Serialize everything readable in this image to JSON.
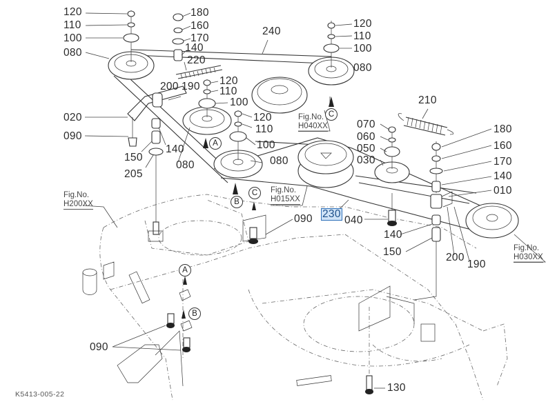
{
  "diagram": {
    "title": "Mower deck belt and pulley assembly exploded view",
    "document_code": "K5413-005-22",
    "part_labels": [
      {
        "id": "p120a",
        "text": "120"
      },
      {
        "id": "p110a",
        "text": "110"
      },
      {
        "id": "p100a",
        "text": "100"
      },
      {
        "id": "p080a",
        "text": "080"
      },
      {
        "id": "p180a",
        "text": "180"
      },
      {
        "id": "p160a",
        "text": "160"
      },
      {
        "id": "p170a",
        "text": "170"
      },
      {
        "id": "p140a",
        "text": "140"
      },
      {
        "id": "p220",
        "text": "220"
      },
      {
        "id": "p240",
        "text": "240"
      },
      {
        "id": "p120b",
        "text": "120"
      },
      {
        "id": "p110b",
        "text": "110"
      },
      {
        "id": "p100b",
        "text": "100"
      },
      {
        "id": "p080b",
        "text": "080"
      },
      {
        "id": "p200a",
        "text": "200"
      },
      {
        "id": "p190a",
        "text": "190"
      },
      {
        "id": "p120c",
        "text": "120"
      },
      {
        "id": "p110c",
        "text": "110"
      },
      {
        "id": "p100c",
        "text": "100"
      },
      {
        "id": "p120d",
        "text": "120"
      },
      {
        "id": "p110d",
        "text": "110"
      },
      {
        "id": "p100d",
        "text": "100"
      },
      {
        "id": "p080c",
        "text": "080"
      },
      {
        "id": "p080d",
        "text": "080"
      },
      {
        "id": "p020",
        "text": "020"
      },
      {
        "id": "p090a",
        "text": "090"
      },
      {
        "id": "p150a",
        "text": "150"
      },
      {
        "id": "p140b",
        "text": "140"
      },
      {
        "id": "p205",
        "text": "205"
      },
      {
        "id": "p210",
        "text": "210"
      },
      {
        "id": "p070",
        "text": "070"
      },
      {
        "id": "p060",
        "text": "060"
      },
      {
        "id": "p050",
        "text": "050"
      },
      {
        "id": "p030",
        "text": "030"
      },
      {
        "id": "p180b",
        "text": "180"
      },
      {
        "id": "p160b",
        "text": "160"
      },
      {
        "id": "p170b",
        "text": "170"
      },
      {
        "id": "p140c",
        "text": "140"
      },
      {
        "id": "p010",
        "text": "010"
      },
      {
        "id": "p090b",
        "text": "090"
      },
      {
        "id": "p230",
        "text": "230",
        "highlighted": true
      },
      {
        "id": "p040",
        "text": "040"
      },
      {
        "id": "p140d",
        "text": "140"
      },
      {
        "id": "p150b",
        "text": "150"
      },
      {
        "id": "p200b",
        "text": "200"
      },
      {
        "id": "p190b",
        "text": "190"
      },
      {
        "id": "p090c",
        "text": "090"
      },
      {
        "id": "p130",
        "text": "130"
      }
    ],
    "figure_refs": [
      {
        "id": "h040",
        "prefix": "Fig.No.",
        "code": "H040XX"
      },
      {
        "id": "h015",
        "prefix": "Fig.No.",
        "code": "H015XX"
      },
      {
        "id": "h200",
        "prefix": "Fig.No.",
        "code": "H200XX"
      },
      {
        "id": "h030",
        "prefix": "Fig.No.",
        "code": "H030XX"
      }
    ],
    "callouts": {
      "A1": "A",
      "A2": "A",
      "B1": "B",
      "B2": "B",
      "C1": "C",
      "C2": "C"
    },
    "highlight_color": "#cfe3f7"
  }
}
